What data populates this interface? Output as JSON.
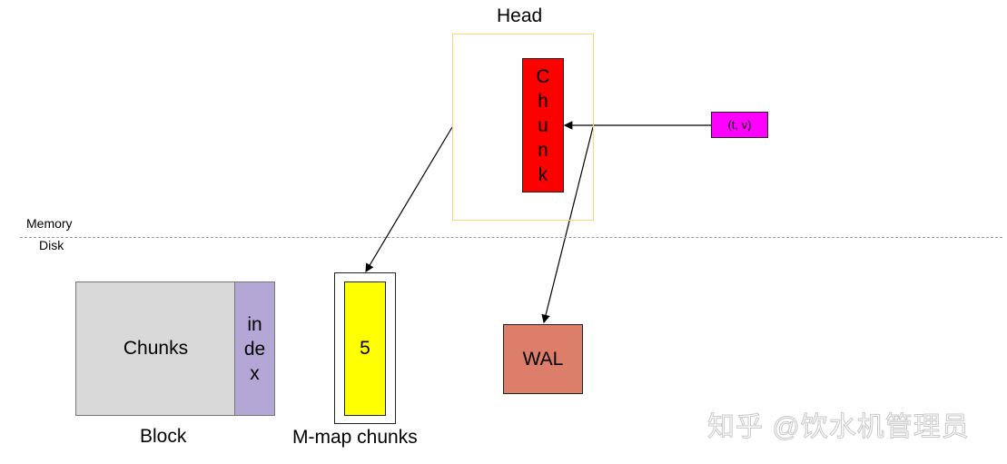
{
  "head": {
    "title": "Head",
    "chunk_text": "Chunk"
  },
  "sample": {
    "text": "(t, v)"
  },
  "boundary": {
    "memory_label": "Memory",
    "disk_label": "Disk"
  },
  "block": {
    "chunks_text": "Chunks",
    "index_text": "index",
    "label": "Block"
  },
  "mmap": {
    "chunk_number": "5",
    "label": "M-map chunks"
  },
  "wal": {
    "text": "WAL"
  },
  "watermark": {
    "text": "知乎 @饮水机管理员"
  },
  "colors": {
    "head_chunk": "#ff0000",
    "sample_box": "#ff00ff",
    "block_chunks": "#d9d9d9",
    "block_index": "#b4a7d6",
    "mmap_chunk": "#ffff00",
    "wal_box": "#dd7e6b",
    "head_border": "#f6d77a"
  }
}
